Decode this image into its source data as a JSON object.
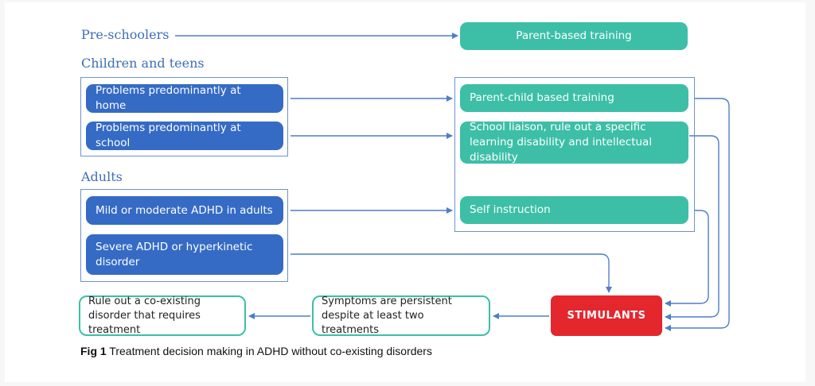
{
  "headings": {
    "preschoolers": "Pre-schoolers",
    "children": "Children and teens",
    "adults": "Adults"
  },
  "left_boxes": {
    "home": "Problems predominantly at home",
    "school": "Problems predominantly at school",
    "mild": "Mild or moderate ADHD in adults",
    "severe": "Severe ADHD or hyperkinetic disorder"
  },
  "right_boxes": {
    "parent_training": "Parent-based training",
    "parent_child": "Parent-child based training",
    "school_liaison": "School liaison, rule out a specific learning disability and intellectual disability",
    "self_instruction": "Self instruction"
  },
  "bottom_boxes": {
    "stimulants": "STIMULANTS",
    "persistent": "Symptoms are persistent despite at least two treatments",
    "rule_out": "Rule out a co-existing disorder that requires treatment"
  },
  "caption": {
    "label": "Fig 1",
    "text": " Treatment decision making in ADHD without co-existing disorders"
  },
  "colors": {
    "blue": "#356bc5",
    "teal": "#3dbfa7",
    "red": "#e4262d",
    "line": "#4f7fc4"
  }
}
